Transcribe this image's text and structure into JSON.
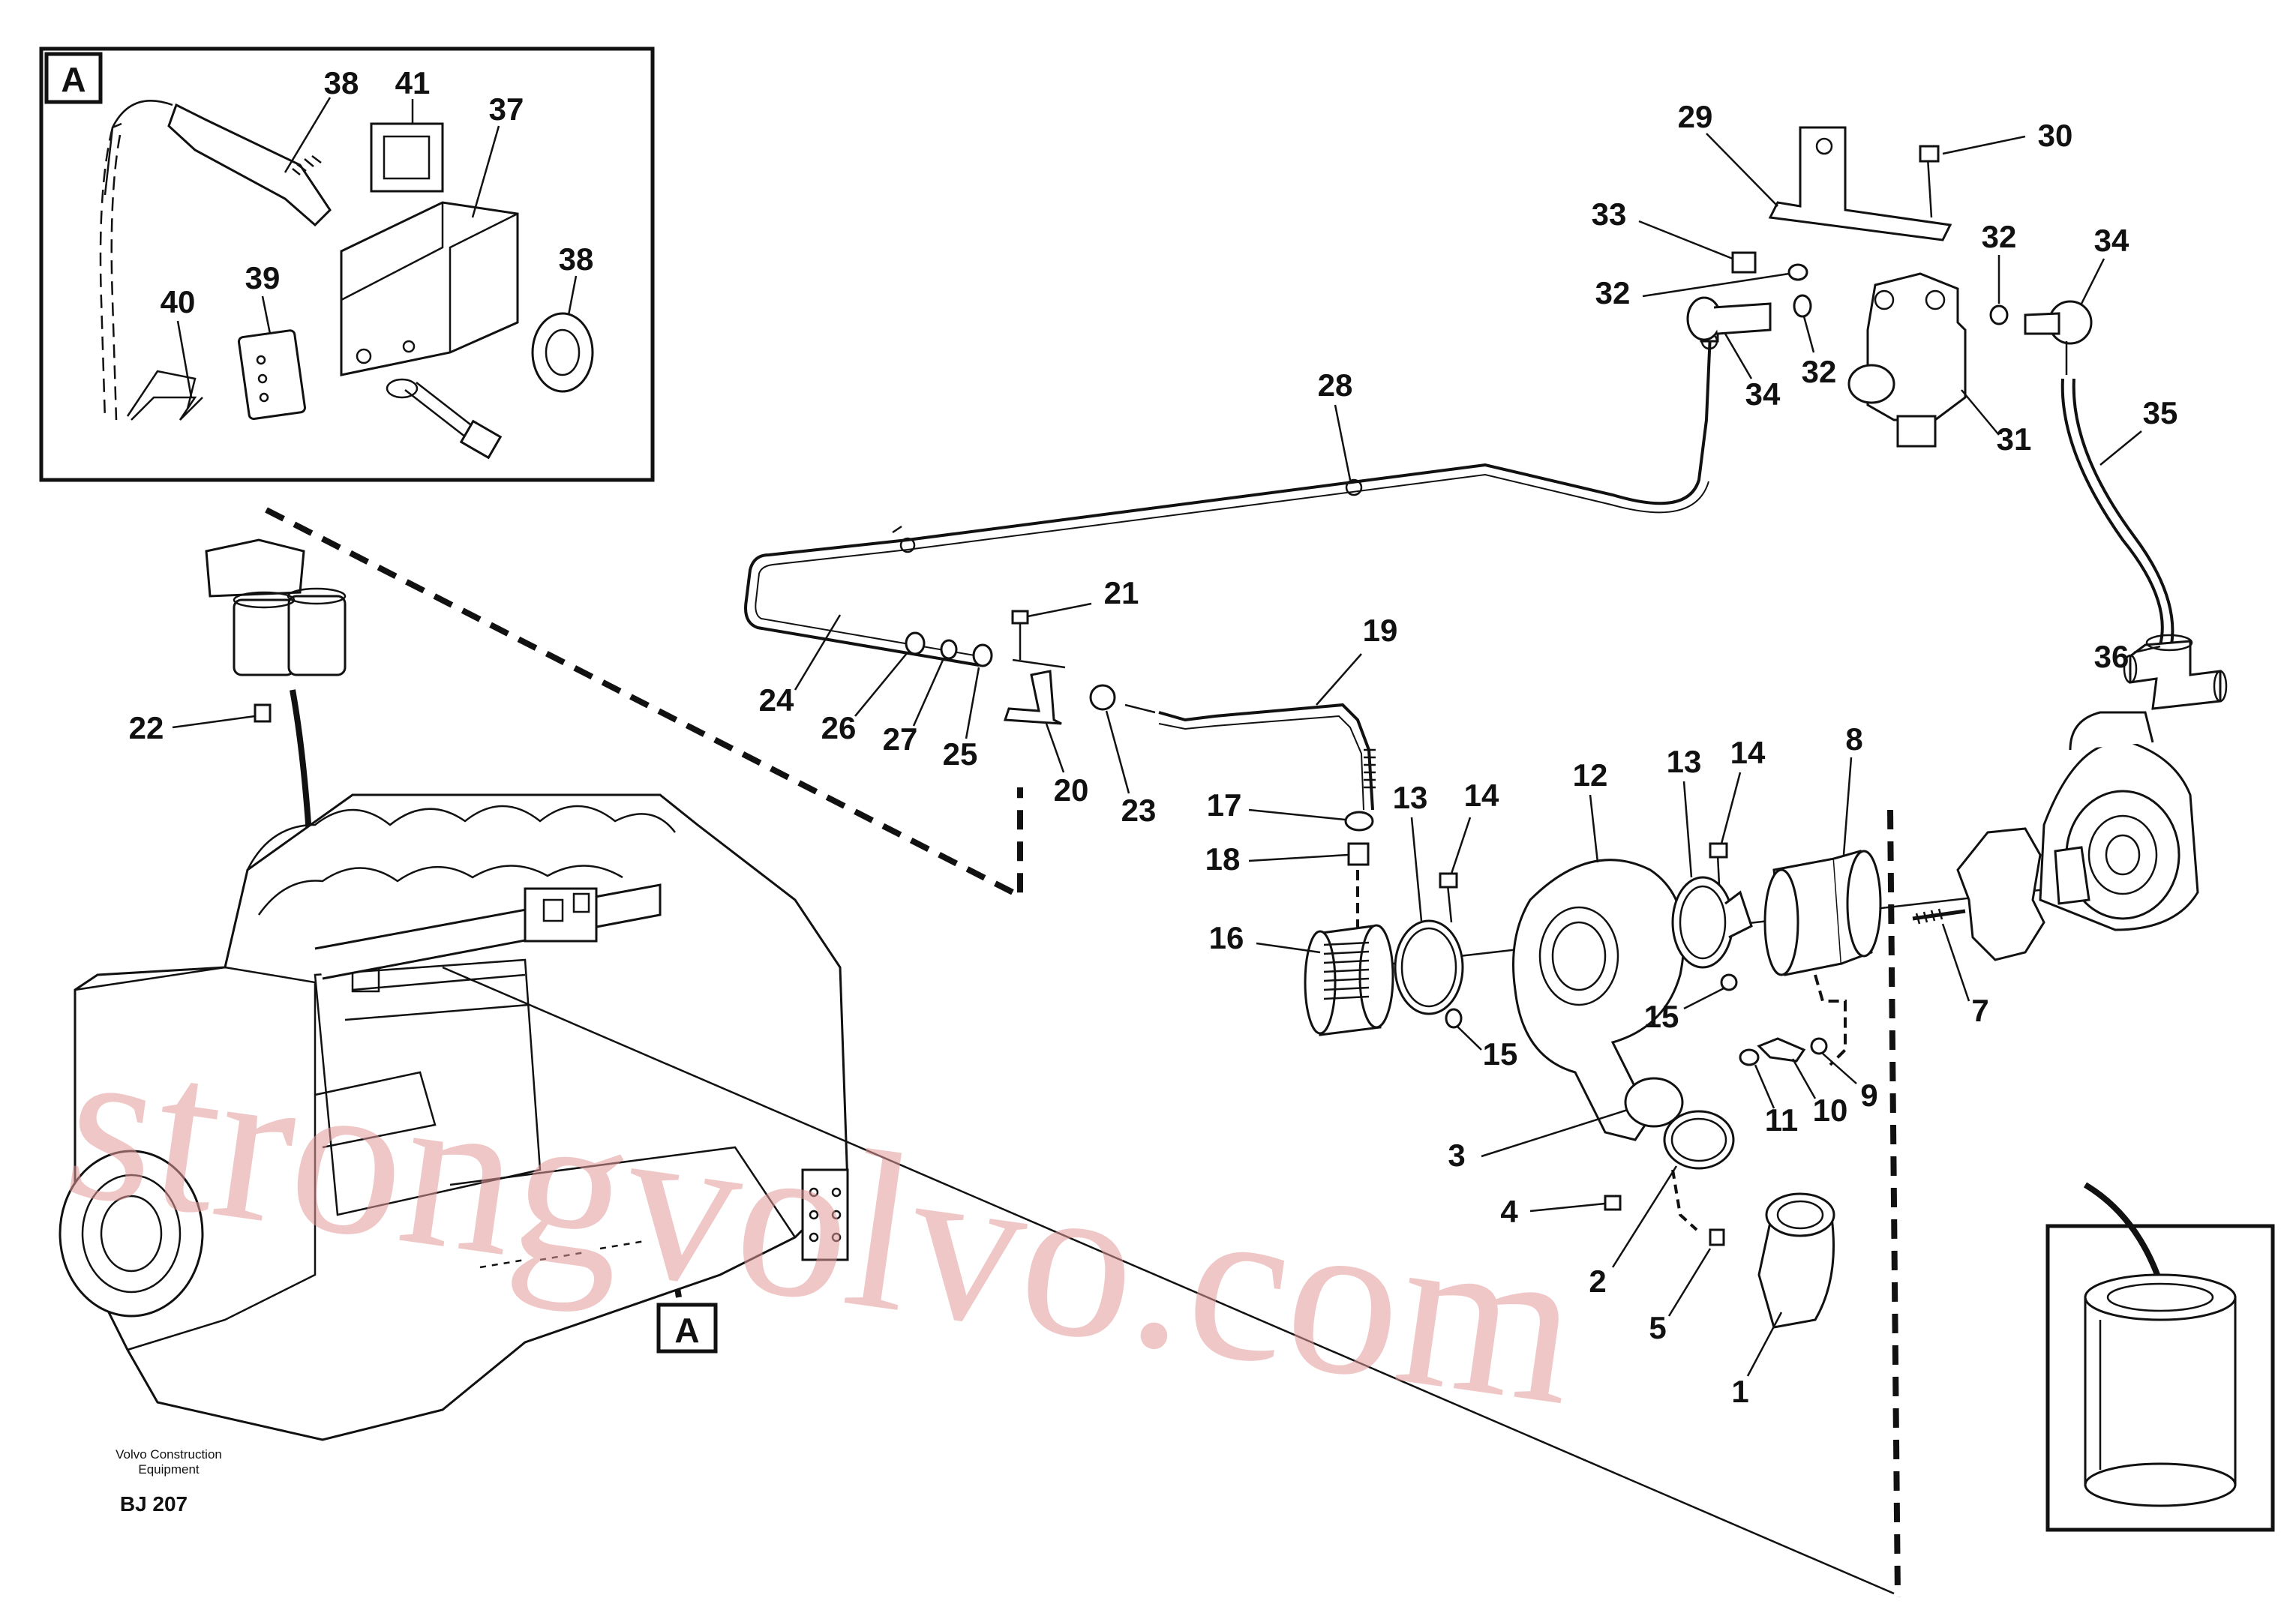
{
  "labels": {
    "n1": "1",
    "n2": "2",
    "n3": "3",
    "n4": "4",
    "n5": "5",
    "n7": "7",
    "n8": "8",
    "n9": "9",
    "n10": "10",
    "n11": "11",
    "n12": "12",
    "n13a": "13",
    "n13b": "13",
    "n14a": "14",
    "n14b": "14",
    "n15a": "15",
    "n15b": "15",
    "n16": "16",
    "n17": "17",
    "n18": "18",
    "n19": "19",
    "n20": "20",
    "n21": "21",
    "n22": "22",
    "n23": "23",
    "n24": "24",
    "n25": "25",
    "n26": "26",
    "n27": "27",
    "n28": "28",
    "n29": "29",
    "n30": "30",
    "n31": "31",
    "n32a": "32",
    "n32b": "32",
    "n32c": "32",
    "n33": "33",
    "n34a": "34",
    "n34b": "34",
    "n35": "35",
    "n36": "36",
    "n37": "37",
    "n38a": "38",
    "n38b": "38",
    "n39": "39",
    "n40": "40",
    "n41": "41"
  },
  "detail_marker": "A",
  "caption": {
    "line1": "Volvo Construction",
    "line2": "Equipment",
    "code": "BJ 207"
  },
  "watermark": "strongvolvo.com",
  "colors": {
    "ink": "#111111",
    "watermark": "#e59a9a",
    "background": "#ffffff"
  }
}
